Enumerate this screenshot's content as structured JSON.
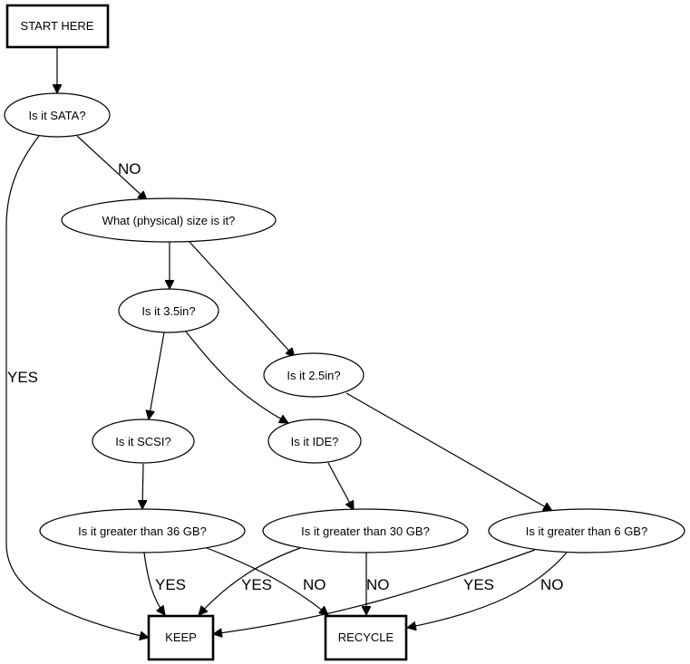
{
  "diagram": {
    "type": "flowchart",
    "nodes": [
      {
        "id": "start",
        "label": "START HERE",
        "shape": "box"
      },
      {
        "id": "sata",
        "label": "Is it SATA?",
        "shape": "ellipse"
      },
      {
        "id": "size",
        "label": "What (physical) size is it?",
        "shape": "ellipse"
      },
      {
        "id": "in35",
        "label": "Is it 3.5in?",
        "shape": "ellipse"
      },
      {
        "id": "in25",
        "label": "Is it 2.5in?",
        "shape": "ellipse"
      },
      {
        "id": "scsi",
        "label": "Is it SCSI?",
        "shape": "ellipse"
      },
      {
        "id": "ide",
        "label": "Is it IDE?",
        "shape": "ellipse"
      },
      {
        "id": "gt36",
        "label": "Is it greater than 36 GB?",
        "shape": "ellipse"
      },
      {
        "id": "gt30",
        "label": "Is it greater than 30 GB?",
        "shape": "ellipse"
      },
      {
        "id": "gt6",
        "label": "Is it greater than 6 GB?",
        "shape": "ellipse"
      },
      {
        "id": "keep",
        "label": "KEEP",
        "shape": "box"
      },
      {
        "id": "recycle",
        "label": "RECYCLE",
        "shape": "box"
      }
    ],
    "edges": [
      {
        "from": "start",
        "to": "sata",
        "label": ""
      },
      {
        "from": "sata",
        "to": "keep",
        "label": "YES"
      },
      {
        "from": "sata",
        "to": "size",
        "label": "NO"
      },
      {
        "from": "size",
        "to": "in35",
        "label": ""
      },
      {
        "from": "size",
        "to": "in25",
        "label": ""
      },
      {
        "from": "in35",
        "to": "scsi",
        "label": ""
      },
      {
        "from": "in35",
        "to": "ide",
        "label": ""
      },
      {
        "from": "in25",
        "to": "gt6",
        "label": ""
      },
      {
        "from": "scsi",
        "to": "gt36",
        "label": ""
      },
      {
        "from": "ide",
        "to": "gt30",
        "label": ""
      },
      {
        "from": "gt36",
        "to": "keep",
        "label": "YES"
      },
      {
        "from": "gt36",
        "to": "recycle",
        "label": "NO"
      },
      {
        "from": "gt30",
        "to": "keep",
        "label": "YES"
      },
      {
        "from": "gt30",
        "to": "recycle",
        "label": "NO"
      },
      {
        "from": "gt6",
        "to": "keep",
        "label": "YES"
      },
      {
        "from": "gt6",
        "to": "recycle",
        "label": "NO"
      }
    ]
  }
}
